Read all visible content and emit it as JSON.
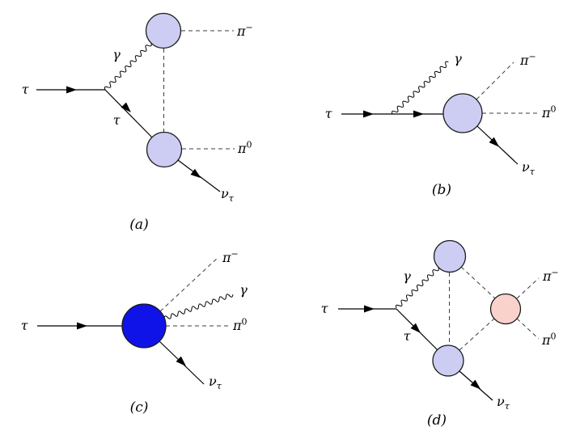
{
  "figure": {
    "kind": "feynman-diagram-set",
    "process": "radiative tau decay to two pions and neutrino"
  },
  "colors": {
    "background": "#ffffff",
    "blob_light": "#cdcdf4",
    "blob_solid_blue": "#1013e8",
    "blob_pink": "#fad2cc",
    "blob_border": "#1a1a1a",
    "solid_line": "#000000",
    "dashed_line": "#3c3c3c"
  },
  "diagram_a": {
    "caption": "(a)",
    "incoming_tau": "τ",
    "photon_label": "γ",
    "internal_tau": "τ",
    "pi_minus_base": "π",
    "pi_minus_sup": "−",
    "pi_zero_base": "π",
    "pi_zero_sup": "0",
    "neutrino_base": "ν",
    "neutrino_sub": "τ"
  },
  "diagram_b": {
    "caption": "(b)",
    "incoming_tau": "τ",
    "photon_label": "γ",
    "pi_minus_base": "π",
    "pi_minus_sup": "−",
    "pi_zero_base": "π",
    "pi_zero_sup": "0",
    "neutrino_base": "ν",
    "neutrino_sub": "τ"
  },
  "diagram_c": {
    "caption": "(c)",
    "incoming_tau": "τ",
    "photon_label": "γ",
    "pi_minus_base": "π",
    "pi_minus_sup": "−",
    "pi_zero_base": "π",
    "pi_zero_sup": "0",
    "neutrino_base": "ν",
    "neutrino_sub": "τ"
  },
  "diagram_d": {
    "caption": "(d)",
    "incoming_tau": "τ",
    "photon_label": "γ",
    "internal_tau": "τ",
    "pi_minus_base": "π",
    "pi_minus_sup": "−",
    "pi_zero_base": "π",
    "pi_zero_sup": "0",
    "neutrino_base": "ν",
    "neutrino_sub": "τ"
  }
}
